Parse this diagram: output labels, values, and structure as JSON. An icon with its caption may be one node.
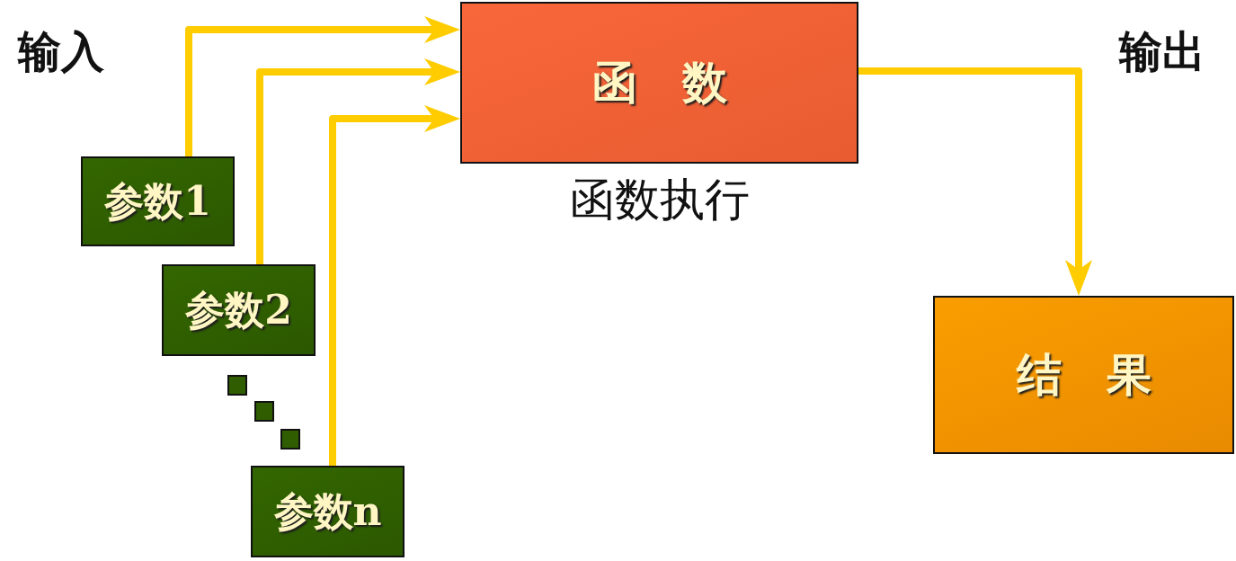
{
  "diagram": {
    "nodes": [
      {
        "text": [
          "参数1"
        ]
      },
      {
        "text": [
          "参数2"
        ]
      },
      {
        "text": [
          "参数n"
        ]
      },
      {
        "text": [
          "函　数"
        ],
        "beside": [
          "函数执行"
        ]
      },
      {
        "text": [
          "结　果"
        ]
      }
    ],
    "edges": [
      {
        "from": 0,
        "to": 3,
        "arrow": "to"
      },
      {
        "from": 1,
        "to": 3,
        "arrow": "to"
      },
      {
        "from": 2,
        "to": 3,
        "arrow": "to"
      },
      {
        "from": 3,
        "to": 4,
        "arrow": "to"
      }
    ],
    "labels": [
      "输入",
      "输出"
    ]
  }
}
